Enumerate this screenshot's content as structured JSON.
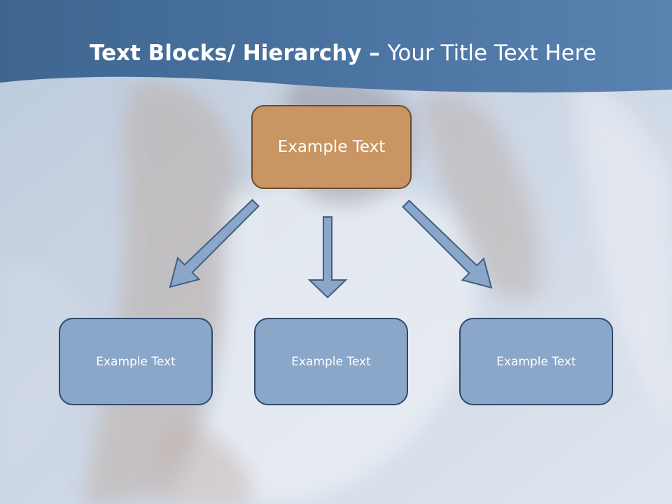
{
  "title": {
    "bold": "Text Blocks/ Hierarchy",
    "dash": " – ",
    "regular": "Your Title Text Here"
  },
  "diagram": {
    "root": {
      "label": "Example Text"
    },
    "children": [
      {
        "label": "Example Text"
      },
      {
        "label": "Example Text"
      },
      {
        "label": "Example Text"
      }
    ]
  },
  "colors": {
    "header_band": "#4f74a0",
    "root_fill": "#c89563",
    "root_border": "#6e4a2a",
    "child_fill": "#8aa6c8",
    "child_border": "#2f4a6c",
    "arrow_fill": "#8aa6c8",
    "arrow_border": "#3f5f86"
  }
}
